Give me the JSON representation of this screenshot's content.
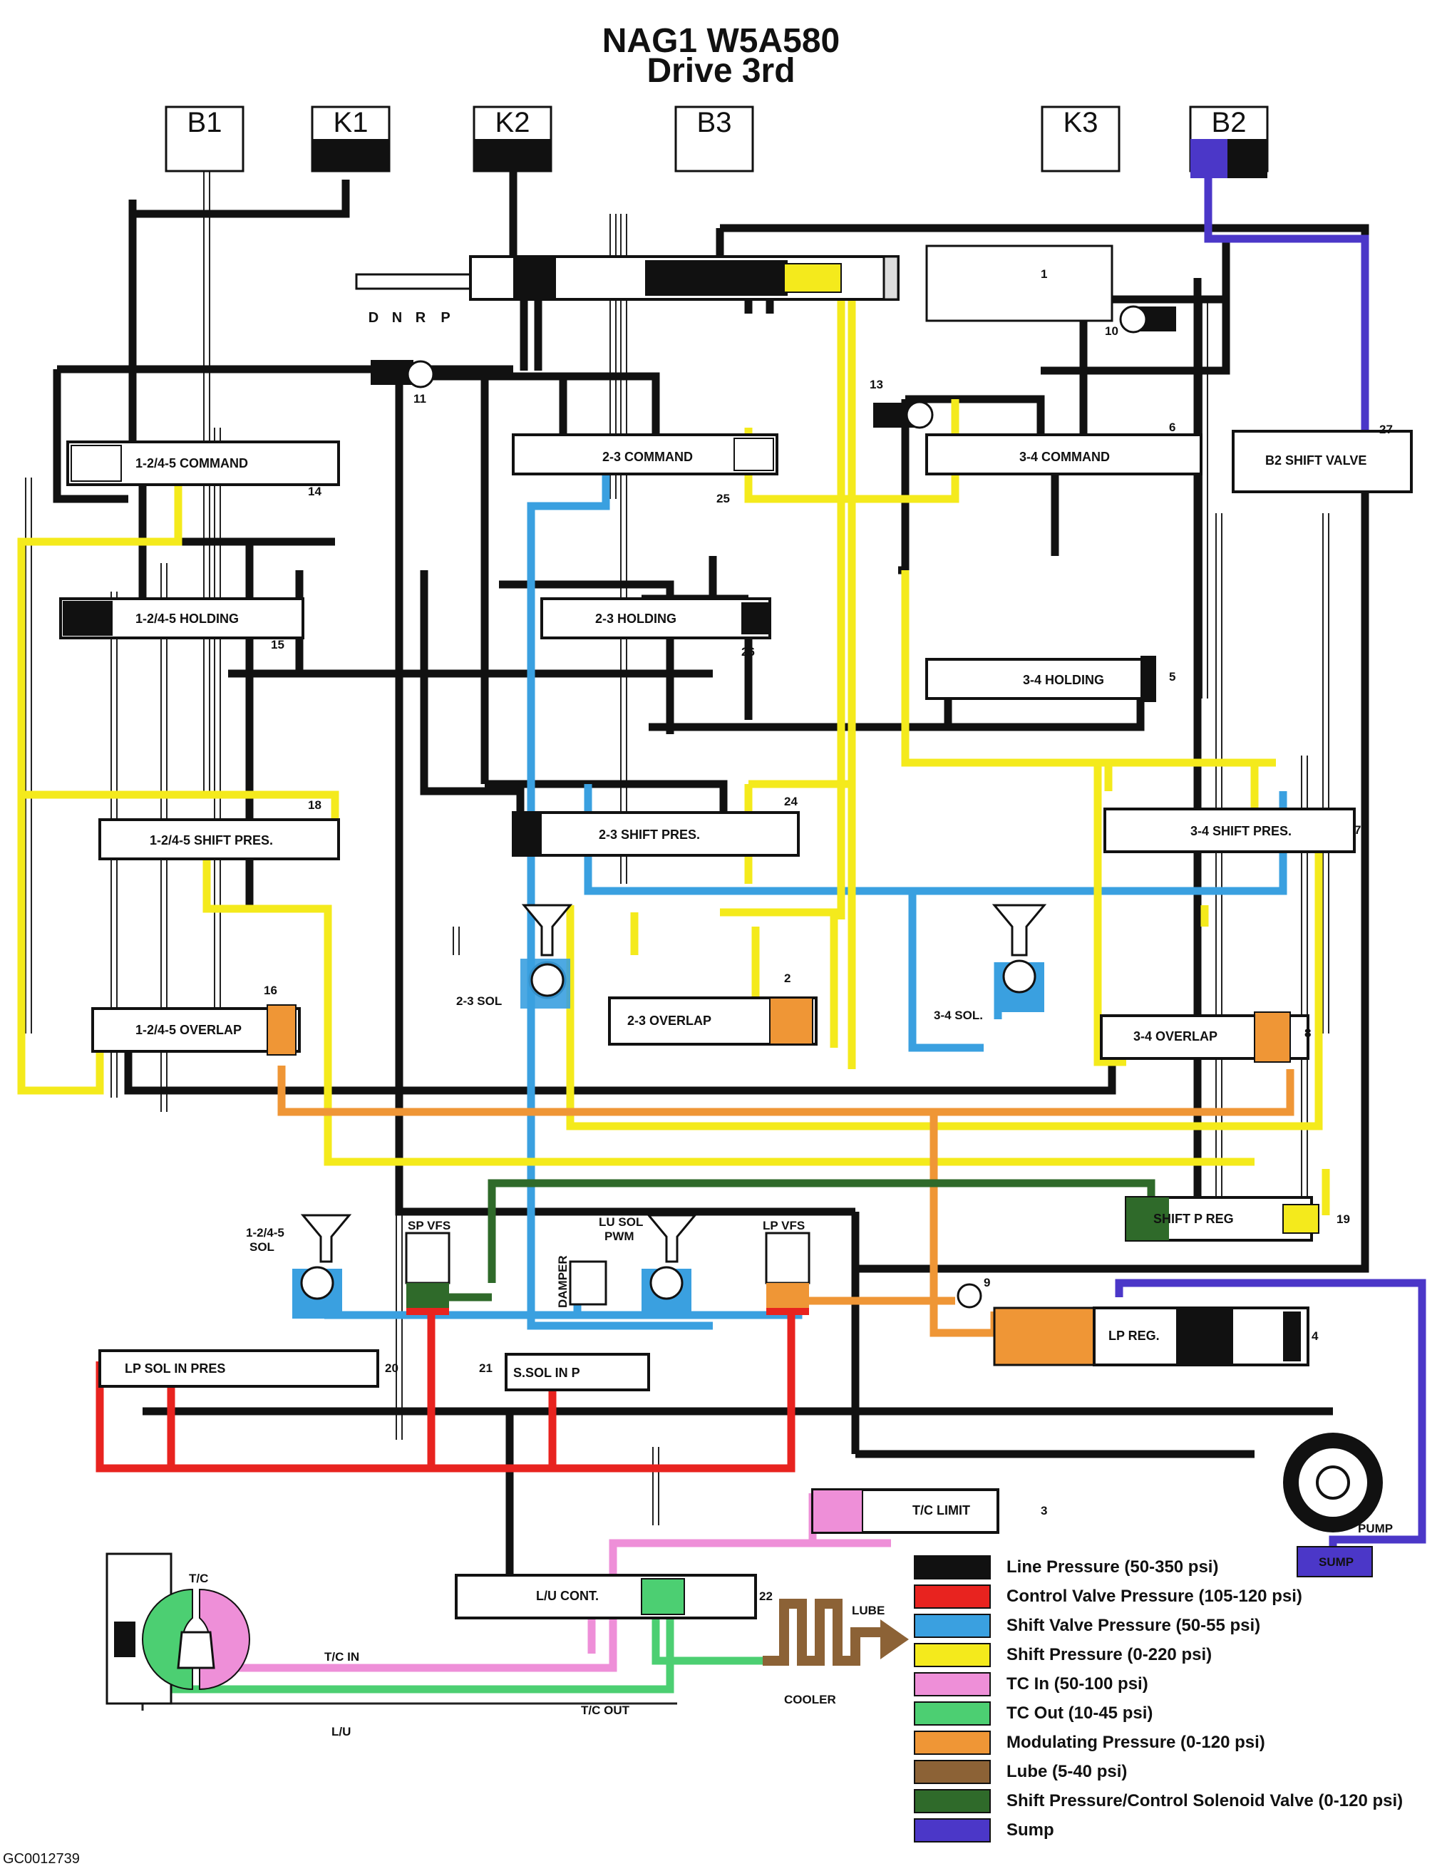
{
  "header": {
    "line1": "NAG1 W5A580",
    "line2": "Drive 3rd"
  },
  "clutches": {
    "b1": "B1",
    "k1": "K1",
    "k2": "K2",
    "b3": "B3",
    "k3": "K3",
    "b2": "B2"
  },
  "selector": {
    "d": "D",
    "n": "N",
    "r": "R",
    "p": "P"
  },
  "valves": {
    "command_1245": "1-2/4-5 COMMAND",
    "command_23": "2-3 COMMAND",
    "command_34": "3-4 COMMAND",
    "b2_shift": "B2 SHIFT VALVE",
    "holding_1245": "1-2/4-5 HOLDING",
    "holding_23": "2-3 HOLDING",
    "holding_34": "3-4 HOLDING",
    "shift_pres_1245": "1-2/4-5 SHIFT PRES.",
    "shift_pres_23": "2-3 SHIFT PRES.",
    "shift_pres_34": "3-4 SHIFT PRES.",
    "overlap_1245": "1-2/4-5 OVERLAP",
    "overlap_23": "2-3 OVERLAP",
    "overlap_34": "3-4 OVERLAP",
    "shift_p_reg": "SHIFT P REG",
    "lp_reg": "LP REG.",
    "lp_sol_in_pres": "LP SOL IN PRES",
    "s_sol_in_p": "S.SOL IN P",
    "tc_limit": "T/C LIMIT",
    "lu_cont": "L/U CONT."
  },
  "solenoids": {
    "sol_23": "2-3 SOL",
    "sol_34": "3-4 SOL.",
    "sol_1245_a": "1-2/4-5",
    "sol_1245_b": "SOL",
    "sp_vfs": "SP VFS",
    "lu_sol_a": "LU SOL",
    "lu_sol_b": "PWM",
    "lp_vfs": "LP VFS",
    "damper": "DAMPER"
  },
  "misc": {
    "pump": "PUMP",
    "sump": "SUMP",
    "tc": "T/C",
    "tc_in": "T/C IN",
    "tc_out": "T/C OUT",
    "lu": "L/U",
    "lube": "LUBE",
    "cooler": "COOLER"
  },
  "numbers": {
    "n1": "1",
    "n2": "2",
    "n3": "3",
    "n4": "4",
    "n5": "5",
    "n6": "6",
    "n7": "7",
    "n8": "8",
    "n9": "9",
    "n10": "10",
    "n11": "11",
    "n13": "13",
    "n14": "14",
    "n15": "15",
    "n16": "16",
    "n18": "18",
    "n19": "19",
    "n20": "20",
    "n21": "21",
    "n22": "22",
    "n24": "24",
    "n25": "25",
    "n26": "26",
    "n27": "27"
  },
  "colors": {
    "line": "#111111",
    "control": "#e8231f",
    "shift_valve": "#3aa0e0",
    "shift_pressure": "#f4ea1c",
    "tc_in": "#ee8fd8",
    "tc_out": "#4ccf72",
    "modulating": "#ef9636",
    "lube": "#8c6236",
    "sp_control": "#2f6a2a",
    "sump": "#4b37c8"
  },
  "legend": [
    {
      "label": "Line Pressure (50-350 psi)",
      "color": "#111111"
    },
    {
      "label": "Control Valve Pressure (105-120 psi)",
      "color": "#e8231f"
    },
    {
      "label": "Shift Valve Pressure (50-55 psi)",
      "color": "#3aa0e0"
    },
    {
      "label": "Shift Pressure (0-220 psi)",
      "color": "#f4ea1c"
    },
    {
      "label": "TC In (50-100 psi)",
      "color": "#ee8fd8"
    },
    {
      "label": "TC Out (10-45 psi)",
      "color": "#4ccf72"
    },
    {
      "label": "Modulating Pressure (0-120 psi)",
      "color": "#ef9636"
    },
    {
      "label": "Lube (5-40 psi)",
      "color": "#8c6236"
    },
    {
      "label": "Shift Pressure/Control Solenoid Valve (0-120 psi)",
      "color": "#2f6a2a"
    },
    {
      "label": "Sump",
      "color": "#4b37c8"
    }
  ],
  "footer": {
    "id": "GC0012739"
  }
}
